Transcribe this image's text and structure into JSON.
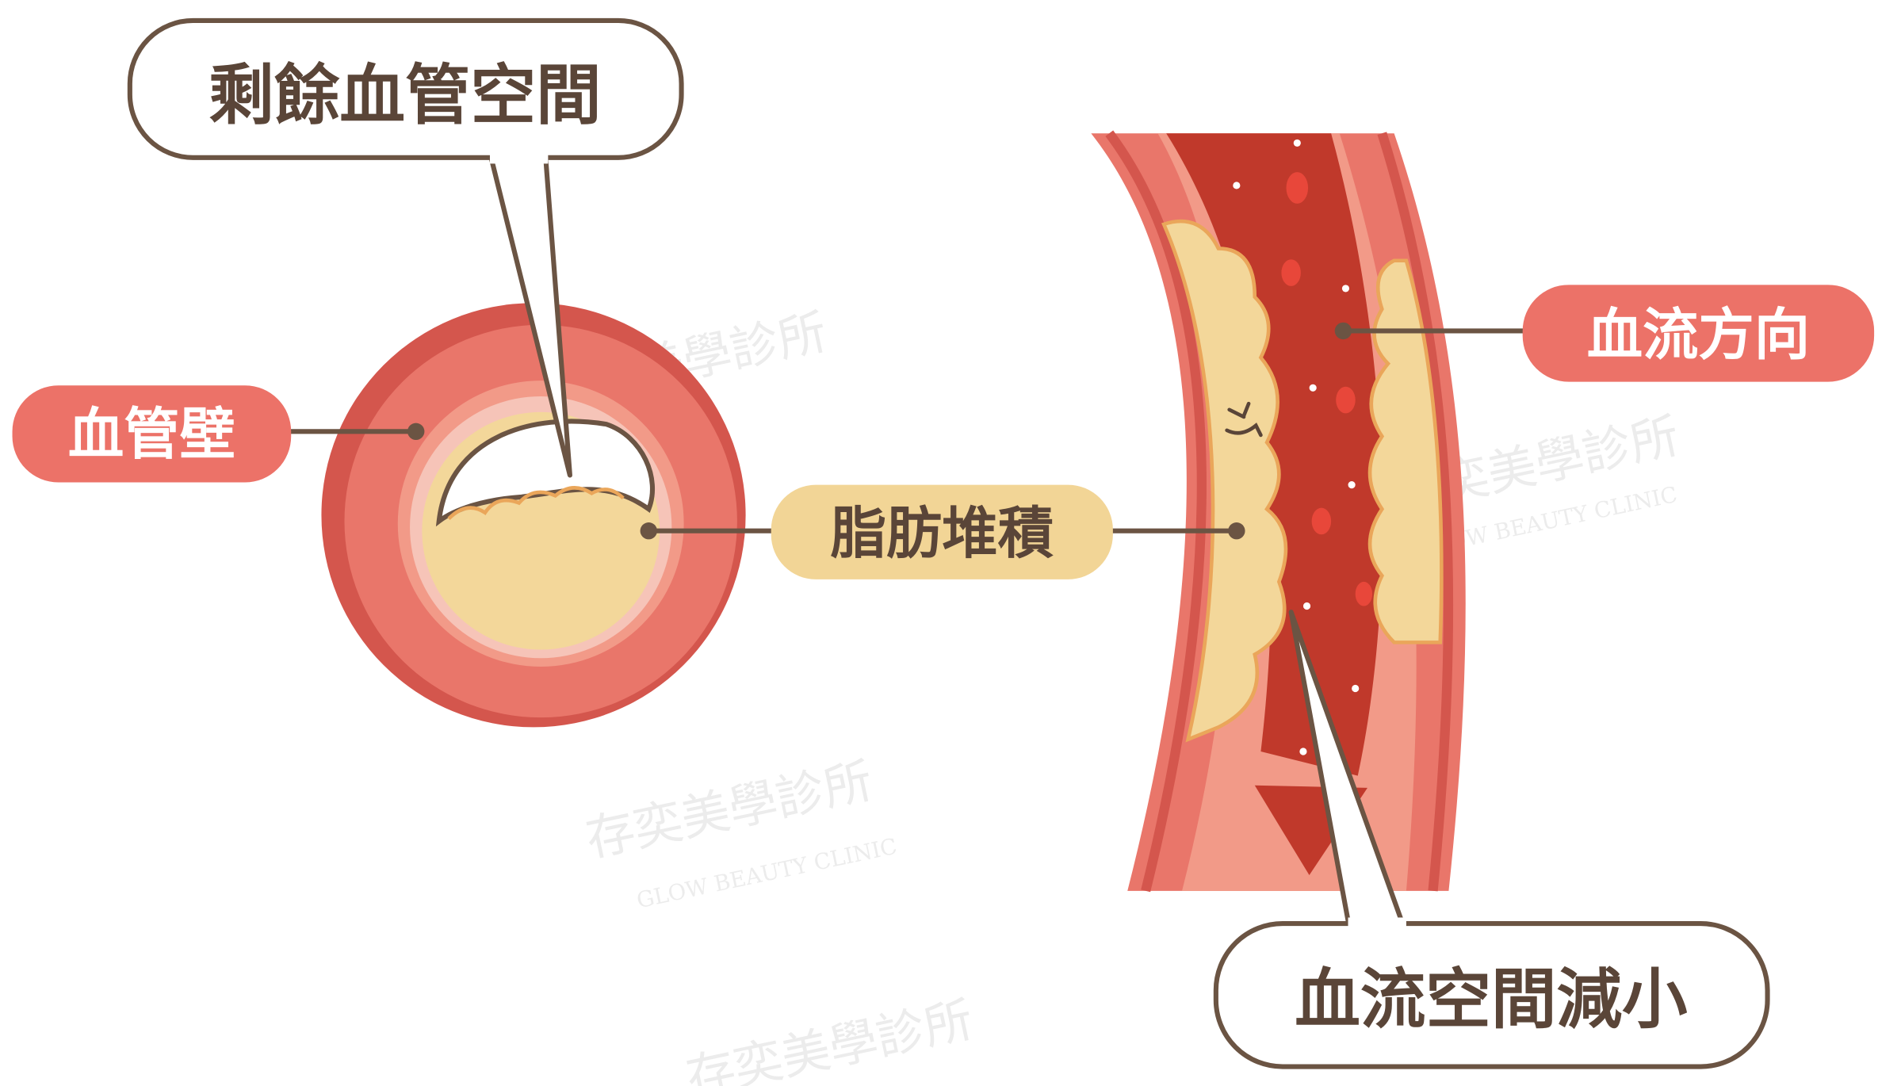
{
  "labels": {
    "remaining_space": "剩餘血管空間",
    "vessel_wall": "血管壁",
    "fat_buildup": "脂肪堆積",
    "flow_direction": "血流方向",
    "reduced_flow_space": "血流空間減小"
  },
  "watermark": {
    "chinese": "存奕美學診所",
    "english": "GLOW BEAUTY CLINIC"
  },
  "colors": {
    "outline_brown": "#6b5443",
    "wall_red": "#e9766a",
    "wall_dark": "#d4564d",
    "blood_red": "#c0392b",
    "fat_yellow": "#f3d79a",
    "fat_edge": "#eaa65a",
    "pill_red": "#ec7268",
    "pill_yellow": "#f2d596"
  }
}
